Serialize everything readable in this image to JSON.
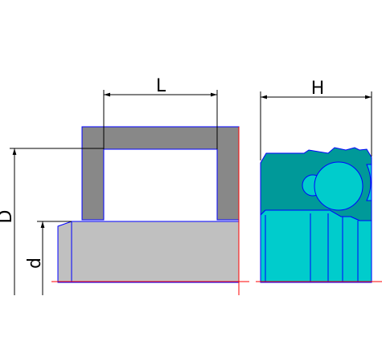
{
  "labels": {
    "length": "L",
    "height": "H",
    "outer_diameter": "D",
    "inner_diameter": "d"
  },
  "colors": {
    "housing_fill": "#888888",
    "shaft_fill": "#c0c0c0",
    "seal_dark": "#009999",
    "seal_light": "#00cccc",
    "outline": "#0000ff",
    "centerline": "#ff0000",
    "dimension_line": "#000000"
  }
}
